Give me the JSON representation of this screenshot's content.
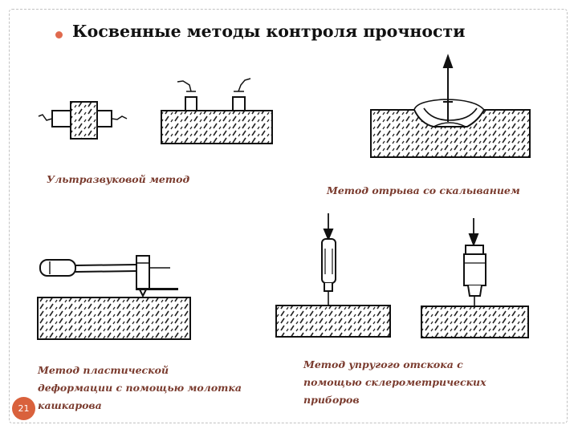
{
  "slide": {
    "title": "Косвенные методы контроля прочности",
    "page_number": "21",
    "accent_color": "#e06a4e",
    "caption_color": "#7a3b2e"
  },
  "methods": {
    "ultrasonic": {
      "caption_lines": [
        "Ультразвуковой метод"
      ]
    },
    "pull_off": {
      "caption_lines": [
        "Метод отрыва со скалыванием"
      ]
    },
    "plastic_deformation": {
      "caption_lines": [
        "Метод пластической",
        "деформации с помощью молотка",
        "кашкарова"
      ]
    },
    "elastic_rebound": {
      "caption_lines": [
        "Метод упругого отскока с",
        "помощью склерометрических",
        "приборов"
      ]
    }
  }
}
